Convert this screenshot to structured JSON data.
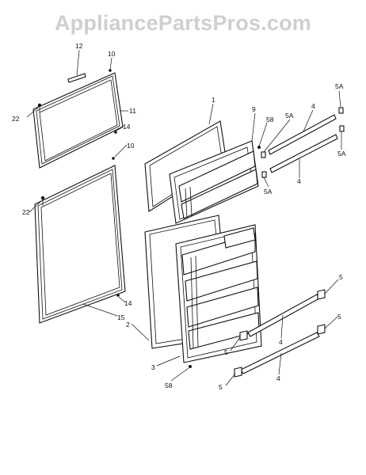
{
  "watermark": "AppliancePartsPros.com",
  "callouts": {
    "c12": "12",
    "c10a": "10",
    "c22a": "22",
    "c11": "11",
    "c14a": "14",
    "c10b": "10",
    "c22b": "22",
    "c14b": "14",
    "c15": "15",
    "c1": "1",
    "c9": "9",
    "c58a": "58",
    "c5Aa": "5A",
    "c4a": "4",
    "c5Ab": "5A",
    "c5Ac": "5A",
    "c4b": "4",
    "c5Ad": "5A",
    "c2": "2",
    "c3": "3",
    "c58b": "58",
    "c5a": "5",
    "c4c": "4",
    "c5b": "5",
    "c5c": "5",
    "c4d": "4",
    "c5d": "5"
  },
  "colors": {
    "ink": "#111111",
    "watermark": "#cfcfcf",
    "background": "#ffffff"
  }
}
